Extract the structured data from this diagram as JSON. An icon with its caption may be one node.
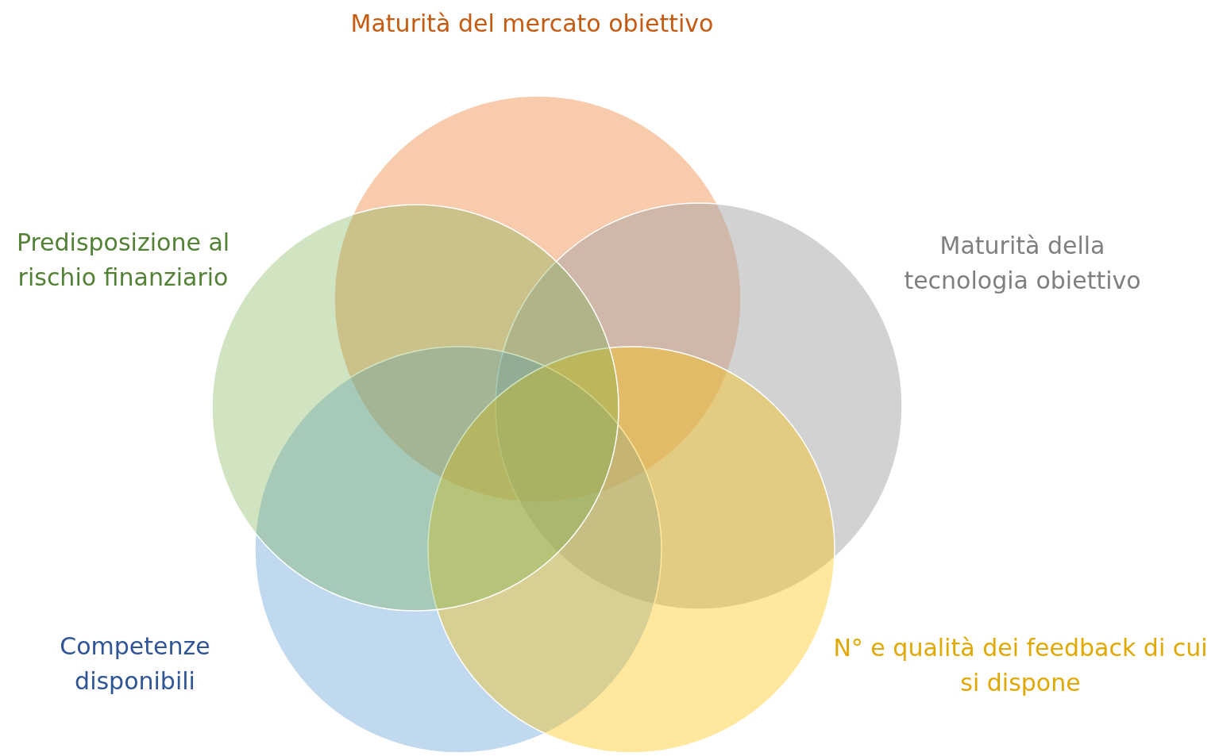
{
  "diagram": {
    "nodes": [
      {
        "text": [
          "Maturità del mercato obiettivo"
        ]
      },
      {
        "text": [
          "Predisposizione al rischio finanziario"
        ]
      },
      {
        "text": [
          "Maturità della tecnologia obiettivo"
        ]
      },
      {
        "text": [
          "Competenze disponibili"
        ]
      },
      {
        "text": [
          "N° e qualità dei feedback di cui si dispone"
        ]
      }
    ],
    "edges": []
  }
}
